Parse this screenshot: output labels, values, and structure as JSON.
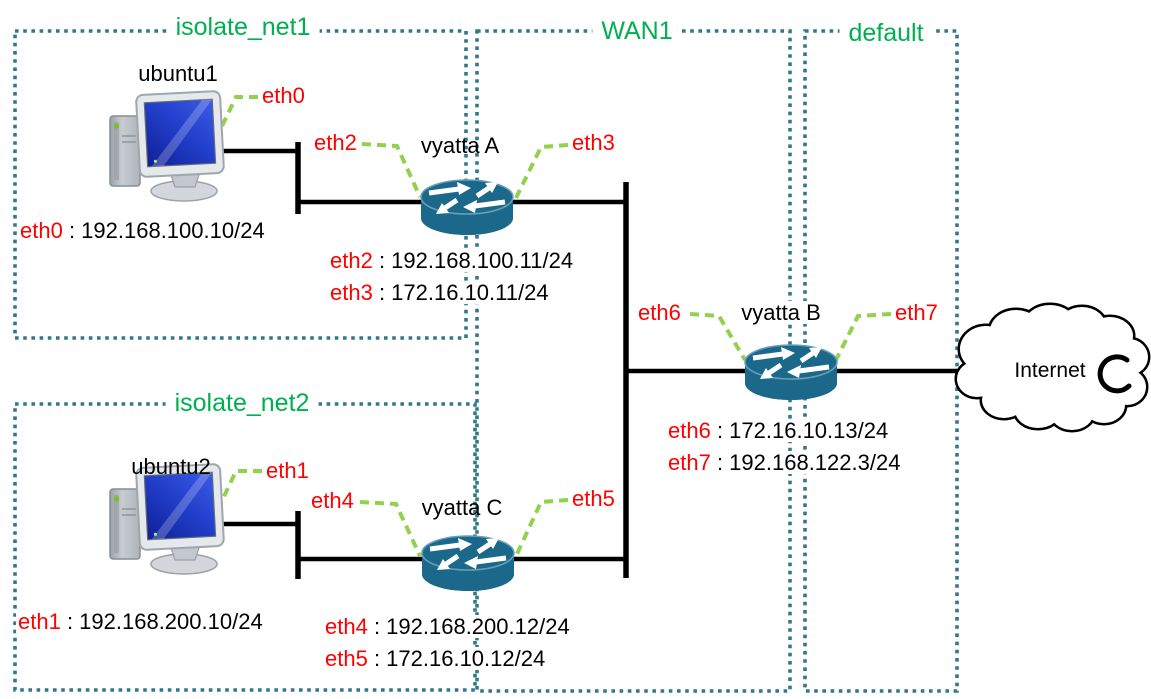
{
  "diagram_type": "network-topology",
  "colors": {
    "zone_border": "#30798C",
    "zone_label_green": "#00B050",
    "interface_label_red": "#FF0000",
    "leader_dash_green": "#92D050",
    "link_black": "#000000",
    "router_teal": "#1B688A",
    "pc_screen_blue": "#2240CC"
  },
  "zones": [
    {
      "label": "isolate_net1"
    },
    {
      "label": "WAN1"
    },
    {
      "label": "default"
    },
    {
      "label": "isolate_net2"
    }
  ],
  "devices": [
    {
      "label": "ubuntu1",
      "type": "desktop-pc"
    },
    {
      "label": "vyatta A",
      "type": "router"
    },
    {
      "label": "vyatta B",
      "type": "router"
    },
    {
      "label": "vyatta C",
      "type": "router"
    },
    {
      "label": "ubuntu2",
      "type": "desktop-pc"
    },
    {
      "label": "Internet",
      "type": "cloud"
    }
  ],
  "interface_tags": [
    {
      "name": "eth0"
    },
    {
      "name": "eth2"
    },
    {
      "name": "eth3"
    },
    {
      "name": "eth6"
    },
    {
      "name": "eth7"
    },
    {
      "name": "eth1"
    },
    {
      "name": "eth4"
    },
    {
      "name": "eth5"
    }
  ],
  "format": {
    "ip_separator": " : "
  },
  "ip_labels": [
    {
      "iface": "eth0",
      "ip": "192.168.100.10/24"
    },
    {
      "iface": "eth2",
      "ip": "192.168.100.11/24"
    },
    {
      "iface": "eth3",
      "ip": "172.16.10.11/24"
    },
    {
      "iface": "eth6",
      "ip": "172.16.10.13/24"
    },
    {
      "iface": "eth7",
      "ip": "192.168.122.3/24"
    },
    {
      "iface": "eth1",
      "ip": "192.168.200.10/24"
    },
    {
      "iface": "eth4",
      "ip": "192.168.200.12/24"
    },
    {
      "iface": "eth5",
      "ip": "172.16.10.12/24"
    }
  ]
}
